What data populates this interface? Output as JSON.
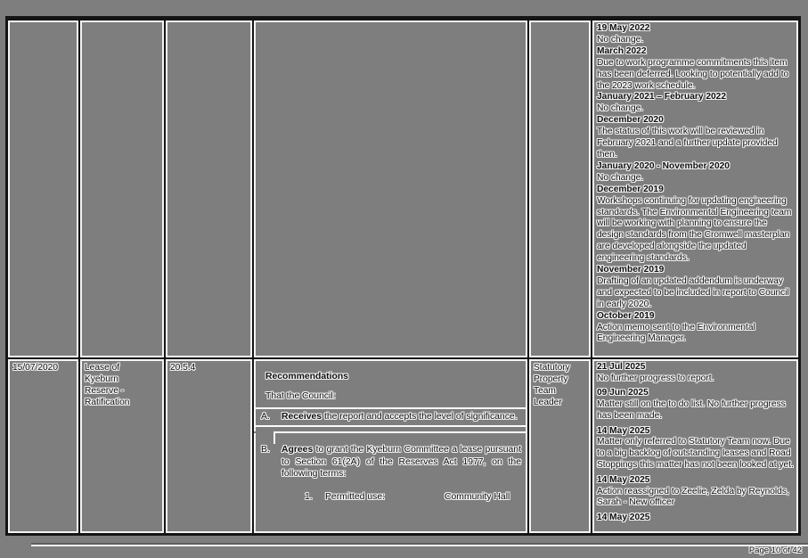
{
  "theme": {
    "page_bg": "#7e7e7e",
    "grid_line": "#151515",
    "highlight_line": "#f4f4f4",
    "text_color": "#101010",
    "text_halo": "#f2f2f2"
  },
  "document": {
    "footer": {
      "page_label": "Page 10 of 42"
    },
    "table": {
      "rows": [
        {
          "date": "",
          "title_lines": [
            "",
            "",
            "",
            ""
          ],
          "item": "",
          "who_lines": [
            "",
            "",
            "",
            ""
          ],
          "updates": [
            {
              "date": "19 May 2022",
              "text": "No change."
            },
            {
              "date": "March 2022",
              "text": "Due to work programme commitments this item has been deferred. Looking to potentially add to the 2023 work schedule."
            },
            {
              "date": "January 2021 – February 2022",
              "text": "No change."
            },
            {
              "date": "December 2020",
              "text": "The status of this work will be reviewed in February 2021 and a further update provided then."
            },
            {
              "date": "January 2020 - November 2020",
              "text": "No change."
            },
            {
              "date": "December 2019",
              "text": "Workshops continuing for updating engineering standards. The Environmental Engineering team will be working with planning to ensure the design standards from the Cromwell masterplan are developed alongside the updated engineering standards."
            },
            {
              "date": "November 2019",
              "text": "Drafting of an updated addendum is underway and expected to be included in report to Council in early 2020."
            },
            {
              "date": "October 2019",
              "text": "Action memo sent to the Environmental Engineering Manager."
            }
          ]
        },
        {
          "date": "15/07/2020",
          "title": "Lease of Kyeburn Reserve - Ratification",
          "title_lines": [
            "Lease of",
            "Kyeburn",
            "Reserve -",
            "Ratification"
          ],
          "item": "20.5.4",
          "who": "Statutory Property Team Leader",
          "who_lines": [
            "Statutory",
            "Property",
            "Team",
            "Leader"
          ],
          "recommendations": {
            "heading": "Recommendations",
            "intro": "That the Council:",
            "items": [
              {
                "label": "A.",
                "bold": "Receives",
                "text": " the report and accepts the level of significance."
              },
              {
                "label": "B.",
                "bold": "Agrees",
                "text": " to grant the Kyeburn Committee a lease pursuant to Section 61(2A) of the Reserves Act 1977, on the following terms:"
              }
            ],
            "numbered": {
              "num": "1.",
              "label": "Permitted use:",
              "value": "Community Hall"
            }
          },
          "updates": [
            {
              "date": "21 Jul 2025",
              "text": "No further progress to report."
            },
            {
              "date": "09 Jun 2025",
              "text": "Matter still on the to do list. No further progress has been made."
            },
            {
              "date": "14 May 2025",
              "text": "Matter only referred to Statutory Team now. Due to a big backlog of outstanding leases and Road Stoppings this matter has not been looked at yet."
            },
            {
              "date": "14 May 2025",
              "text": "Action reassigned to Zeelie, Zelda by Reynolds, Sarah - New officer"
            },
            {
              "date": "14 May 2025",
              "text": ""
            }
          ]
        }
      ]
    }
  }
}
